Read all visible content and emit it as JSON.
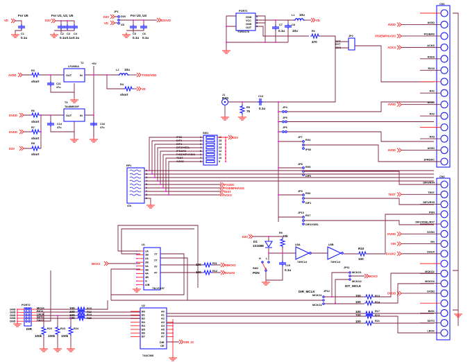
{
  "colors": {
    "wire": "#7a1f3d",
    "component": "#1a1aff",
    "net_label": "#ff2020",
    "junction": "#ff00ff"
  },
  "notes": {
    "u6": "For U6",
    "u125": "For U1, U2, U5",
    "u34": "For U3, U4"
  },
  "nets": {
    "vd": "VD",
    "d3v": "D3V",
    "d3vvd": "D3VVD",
    "avdd": "AVDD",
    "dvdd": "DVDD",
    "tvdd": "TVDD/VDD",
    "p5v": "+5V",
    "bick1": "BICK1",
    "dbick2": "DBICK2",
    "daux2": "DAUX2",
    "dir_io": "DIR_IO",
    "mcko": "MCKO",
    "ips1": "IPS1/IIC",
    "ps": "P/S/EMPHASIS",
    "test": "TEST",
    "acks": "ACKS",
    "vin": "VIN",
    "gnd": "GND"
  },
  "caps": {
    "c1": {
      "ref": "C1",
      "val": "0.1u"
    },
    "c2": {
      "ref": "C2",
      "val": "0.1u"
    },
    "c3": {
      "ref": "C3",
      "val": "0.1u"
    },
    "c4": {
      "ref": "C4",
      "val": "0.1u"
    },
    "c5": {
      "ref": "C5",
      "val": "0.1u"
    },
    "c6": {
      "ref": "C6",
      "val": "0.1u"
    },
    "c7": {
      "ref": "C7",
      "val": "0.1u"
    },
    "c8": {
      "ref": "C8",
      "val": "10u"
    },
    "c11": {
      "ref": "C11",
      "val": "47u"
    },
    "c13": {
      "ref": "C13",
      "val": "0.1u"
    },
    "c14": {
      "ref": "C14",
      "val": "47u"
    },
    "c15": {
      "ref": "C15",
      "val": "0.1u"
    },
    "c16": {
      "ref": "C16",
      "val": "47u"
    }
  },
  "resistors": {
    "r1": {
      "ref": "R1",
      "val": "470"
    },
    "r3": {
      "ref": "R3",
      "val": "short"
    },
    "r4": {
      "ref": "R4",
      "val": "short"
    },
    "r5": {
      "ref": "R5",
      "val": "75"
    },
    "r6": {
      "ref": "R6",
      "val": "short"
    },
    "r7": {
      "ref": "R7",
      "val": "short"
    },
    "r8": {
      "ref": "R8",
      "val": "short"
    },
    "r9": {
      "ref": "R9",
      "val": "10k"
    },
    "r10": {
      "ref": "R10",
      "val": "100"
    },
    "r11": {
      "ref": "R11",
      "val": "100"
    },
    "r12": {
      "ref": "R12",
      "val": "100"
    },
    "r13": {
      "ref": "R13",
      "val": "100"
    },
    "r14": {
      "ref": "R14",
      "val": "100"
    },
    "r15": {
      "ref": "R15",
      "val": "100"
    },
    "r16": {
      "ref": "R16",
      "val": "100"
    },
    "r17": {
      "ref": "R17",
      "val": "100"
    },
    "r18": {
      "ref": "R18",
      "val": "100"
    },
    "r19": {
      "ref": "R19",
      "val": "100"
    },
    "r20": {
      "ref": "R20",
      "val": "100"
    },
    "r21": {
      "ref": "R21",
      "val": "100"
    },
    "r22": {
      "ref": "R22",
      "val": "100k"
    },
    "r23": {
      "ref": "R23",
      "val": "100k"
    },
    "r24": {
      "ref": "R24",
      "val": "100k"
    }
  },
  "inductors": {
    "l1": {
      "ref": "L1",
      "val": "10u"
    },
    "l2": {
      "ref": "L2",
      "val": "10u"
    }
  },
  "t2": {
    "ref": "T2",
    "part": "LP2950A",
    "out": "OUT",
    "in": "IN",
    "gnd": "G"
  },
  "t3": {
    "ref": "T3",
    "part": "TA48M033F",
    "out": "OUT",
    "in": "IN"
  },
  "jp1": {
    "ref": "JP1",
    "a": "D3V",
    "b": "VD"
  },
  "port1": {
    "ref": "PORT1",
    "part": "TORX176",
    "pins": [
      "GND",
      "VCC",
      "GND",
      "OUT"
    ],
    "nums": [
      "4",
      "3",
      "2",
      "1"
    ]
  },
  "jp2": {
    "ref": "JP2",
    "labels": [
      "OPT",
      "EXT",
      "BNC"
    ]
  },
  "j1": {
    "ref": "J1",
    "name": "RX0"
  },
  "jumpers": {
    "jp4": "JP4",
    "jp5": "JP5",
    "jp6": "JP6",
    "jp7": "JP7",
    "jp8": "JP8",
    "jp9": "JP9",
    "jp10": "JP10",
    "jp11": "JP11",
    "jp12": "JP12"
  },
  "jp_labels": {
    "rx4": "RX4",
    "ips0": "IPS0",
    "rx5": "RX5",
    "dif0": "DIF0",
    "rx6": "RX6",
    "dif1": "DIF1",
    "rx7": "RX7",
    "dif2": "DIF2/XSEL",
    "mcko1": "MCKO1",
    "mcko2": "MCKO2",
    "dit_mclk": "DIT_MCLK",
    "dir_mclk": "DIR_MCLK"
  },
  "sw1": {
    "ref": "SW1",
    "labels": [
      "IPS0",
      "DIF0",
      "DIF1",
      "DIF2/XSEL",
      "IPS1/IIC",
      "P/S/EMPHASIS",
      "TEST",
      "ACKS"
    ]
  },
  "rp1": {
    "ref": "RP1",
    "val": "47k"
  },
  "d1": {
    "ref": "D1",
    "part": "1S1588"
  },
  "sw2": {
    "ref": "SW2",
    "name": "PDN",
    "h": "H",
    "l": "L"
  },
  "u3a": {
    "ref": "U3A",
    "part": "74HC14"
  },
  "u3b": {
    "ref": "U3B",
    "part": "74HC14"
  },
  "u1": {
    "ref": "U1",
    "part": "74LVC157",
    "left": [
      "1A",
      "1B",
      "2A",
      "2B",
      "3A",
      "3B",
      "4A",
      "4B",
      "G",
      "A/B"
    ],
    "right": [
      "1Y",
      "2Y",
      "3Y",
      "4Y"
    ]
  },
  "u2": {
    "ref": "U2",
    "part": "74AC368",
    "left": [
      "B0",
      "B1",
      "B2",
      "B3",
      "B4",
      "B5",
      "B6",
      "B7"
    ],
    "right": [
      "A0",
      "A1",
      "A2",
      "A3",
      "A4",
      "A5",
      "A6",
      "A7"
    ],
    "dir": "DIR",
    "oe": "OE"
  },
  "port2": {
    "ref": "PORT2",
    "name": "DIR",
    "signals": [
      "MCLK",
      "BICK",
      "LRCK",
      "SDTO",
      "DAUX"
    ],
    "gnd": [
      "GND",
      "GND",
      "GND",
      "GND",
      "GND"
    ]
  },
  "cn1": {
    "ref": "CN1",
    "pins": [
      "",
      "AVDD",
      "P/S/EMS",
      "ACKS",
      "RXD0",
      "RX10",
      "",
      "RX1",
      "AVDD",
      "RX2",
      "",
      "RX3",
      "AVDD",
      "1PRS/IIC"
    ],
    "ext": [
      "",
      "AVDD",
      "P/S/EMPHASIS",
      "ACKS",
      "",
      "",
      "",
      "",
      "AVDD",
      "",
      "",
      "",
      "AVDD",
      ""
    ]
  },
  "cn2": {
    "ref": "CN2",
    "pins": [
      "DIF0/RX4",
      "TEST",
      "DIF1/RX5",
      "PDN",
      "DIF2/XSEL/RX7",
      "DVDD",
      "VIN",
      "DAUX",
      "",
      "MCKO1",
      "MCKO2",
      "DVDD",
      "",
      "BICK",
      "SDTO",
      "LRCK"
    ],
    "ext": [
      "",
      "TEST",
      "",
      "",
      "",
      "DVDD",
      "VIN",
      "DAUX2",
      "",
      "",
      "",
      "DVDD",
      "",
      "",
      "",
      ""
    ]
  }
}
